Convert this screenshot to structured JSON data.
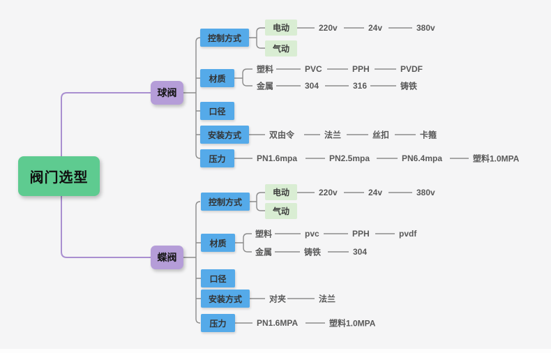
{
  "root": {
    "label": "阀门选型"
  },
  "branches": [
    {
      "label": "球阀",
      "children": [
        {
          "label": "控制方式",
          "children": [
            {
              "label": "电动",
              "children": [
                {
                  "label": "220v"
                },
                {
                  "label": "24v"
                },
                {
                  "label": "380v"
                }
              ]
            },
            {
              "label": "气动"
            }
          ]
        },
        {
          "label": "材质",
          "children": [
            {
              "label": "塑料",
              "children": [
                {
                  "label": "PVC"
                },
                {
                  "label": "PPH"
                },
                {
                  "label": "PVDF"
                }
              ]
            },
            {
              "label": "金属",
              "children": [
                {
                  "label": "304"
                },
                {
                  "label": "316"
                },
                {
                  "label": "铸铁"
                }
              ]
            }
          ]
        },
        {
          "label": "口径"
        },
        {
          "label": "安装方式",
          "children": [
            {
              "label": "双由令"
            },
            {
              "label": "法兰"
            },
            {
              "label": "丝扣"
            },
            {
              "label": "卡箍"
            }
          ]
        },
        {
          "label": "压力",
          "children": [
            {
              "label": "PN1.6mpa"
            },
            {
              "label": "PN2.5mpa"
            },
            {
              "label": "PN6.4mpa"
            },
            {
              "label": "塑料1.0MPA"
            }
          ]
        }
      ]
    },
    {
      "label": "蝶阀",
      "children": [
        {
          "label": "控制方式",
          "children": [
            {
              "label": "电动",
              "children": [
                {
                  "label": "220v"
                },
                {
                  "label": "24v"
                },
                {
                  "label": "380v"
                }
              ]
            },
            {
              "label": "气动"
            }
          ]
        },
        {
          "label": "材质",
          "children": [
            {
              "label": "塑料",
              "children": [
                {
                  "label": "pvc"
                },
                {
                  "label": "PPH"
                },
                {
                  "label": "pvdf"
                }
              ]
            },
            {
              "label": "金属",
              "children": [
                {
                  "label": "铸铁"
                },
                {
                  "label": "304"
                }
              ]
            }
          ]
        },
        {
          "label": "口径"
        },
        {
          "label": "安装方式",
          "children": [
            {
              "label": "对夹"
            },
            {
              "label": "法兰"
            }
          ]
        },
        {
          "label": "压力",
          "children": [
            {
              "label": "PN1.6MPA"
            },
            {
              "label": "塑料1.0MPA"
            }
          ]
        }
      ]
    }
  ],
  "colors": {
    "canvas": "#f5f5f6",
    "root_bg": "#5ecb90",
    "branch_bg": "#b59dd8",
    "topic_bg": "#55aae9",
    "option_bg": "#d9edd3",
    "edge_primary": "#a98fd0",
    "edge": "#8b8b8b",
    "leaf_text": "#595959"
  }
}
